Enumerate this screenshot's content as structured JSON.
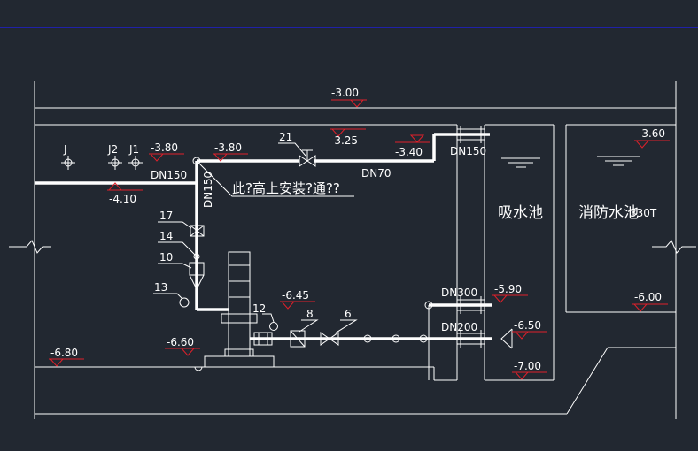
{
  "colors": {
    "background": "#222831",
    "lines": "#ffffff",
    "elevation_marks": "#e0202a",
    "top_border": "#1f1fd0"
  },
  "elevations": {
    "top": "-3.00",
    "e1": "-3.80",
    "e2": "-3.80",
    "e3": "-3.25",
    "e4": "-3.40",
    "e5": "-3.60",
    "e6": "-4.10",
    "e7": "-6.45",
    "e8": "-5.90",
    "e9": "-6.50",
    "e10": "-6.00",
    "e11": "-6.60",
    "e12": "-6.80",
    "e13": "-7.00"
  },
  "pipes": {
    "dn150_h": "DN150",
    "dn150_v": "DN150",
    "dn70": "DN70",
    "dn150_r": "DN150",
    "dn300": "DN300",
    "dn200": "DN200"
  },
  "nodes": {
    "j": "J",
    "j2": "J2",
    "j1": "J1"
  },
  "tags": {
    "t21": "21",
    "t17": "17",
    "t14": "14",
    "t10": "10",
    "t13": "13",
    "t12": "12",
    "t8": "8",
    "t6": "6"
  },
  "notes": {
    "question": "此?高上安装?通??"
  },
  "tanks": {
    "suction": "吸水池",
    "fire": "消防水池",
    "fire_capacity": "330T"
  }
}
